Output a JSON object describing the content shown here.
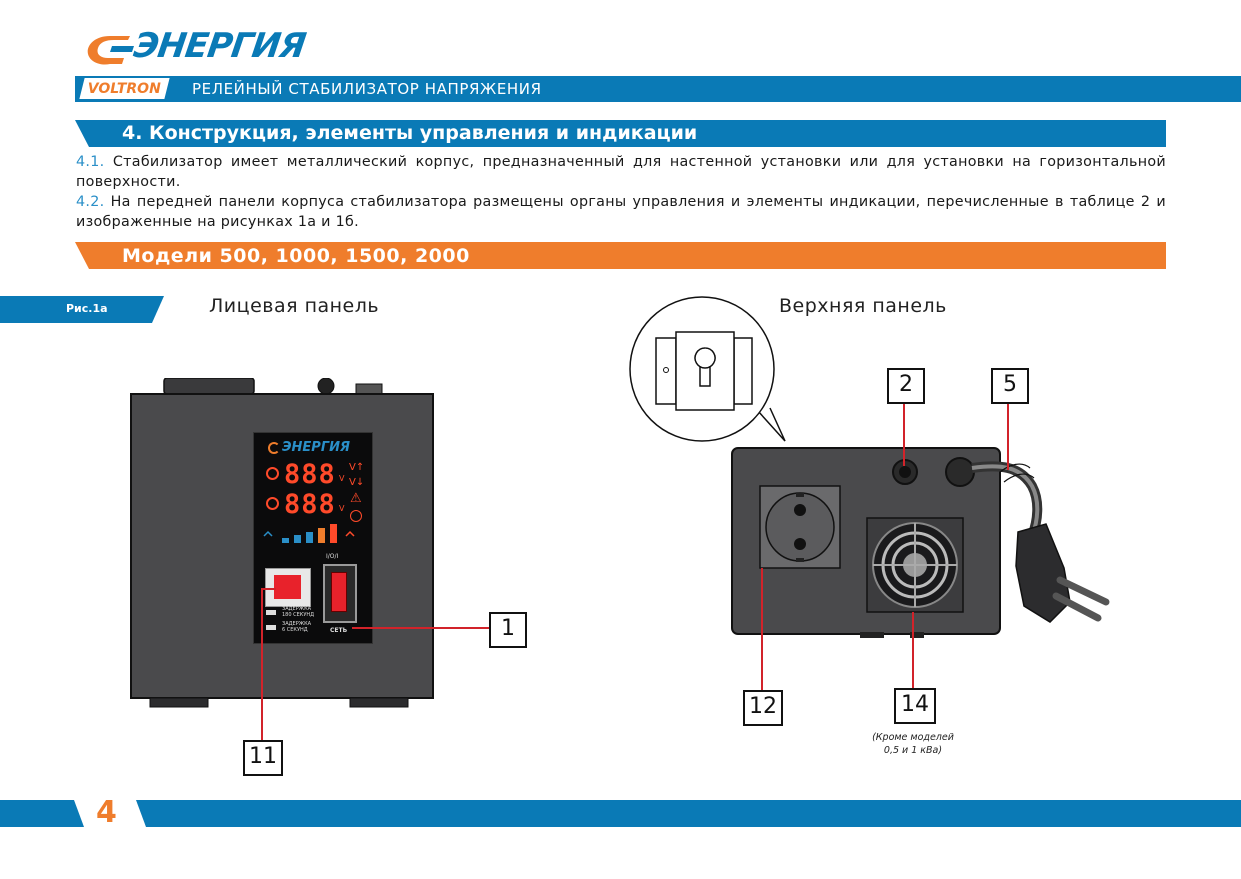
{
  "header": {
    "brand": "ЭНЕРГИЯ",
    "series_badge": "VOLTRON",
    "subtitle": "РЕЛЕЙНЫЙ СТАБИЛИЗАТОР НАПРЯЖЕНИЯ"
  },
  "section": {
    "title": "4. Конструкция, элементы управления и индикации",
    "para1_num": "4.1.",
    "para1_text": "Стабилизатор имеет металлический корпус, предназначенный для настенной установки или для установки на горизонтальной поверхности.",
    "para2_num": "4.2.",
    "para2_text": "На передней панели корпуса стабилизатора размещены органы управления и элементы индикации, перечисленные в таблице 2 и изображенные на рисунках 1а и 1б.",
    "models_bar": "Модели 500, 1000, 1500, 2000"
  },
  "figure": {
    "label": "Рис.1а",
    "front_title": "Лицевая панель",
    "top_title": "Верхняя панель",
    "display_brand": "ЭНЕРГИЯ",
    "display_value_1": "888",
    "display_value_2": "888",
    "unit": "V",
    "switch_label_top": "I/O/I",
    "delay_180": "ЗАДЕРЖКА\n180 СЕКУНД",
    "delay_6": "ЗАДЕРЖКА\n6 СЕКУНД",
    "mains_label": "СЕТЬ",
    "callouts": {
      "c1": "1",
      "c2": "2",
      "c5": "5",
      "c11": "11",
      "c12": "12",
      "c14": "14"
    },
    "note_14": "(Кроме моделей\n0,5 и 1 кВа)"
  },
  "footer": {
    "page_number": "4"
  },
  "colors": {
    "blue": "#0a7ab6",
    "orange": "#ef7d2c",
    "red_line": "#d2232a",
    "device": "#4a4a4c"
  }
}
